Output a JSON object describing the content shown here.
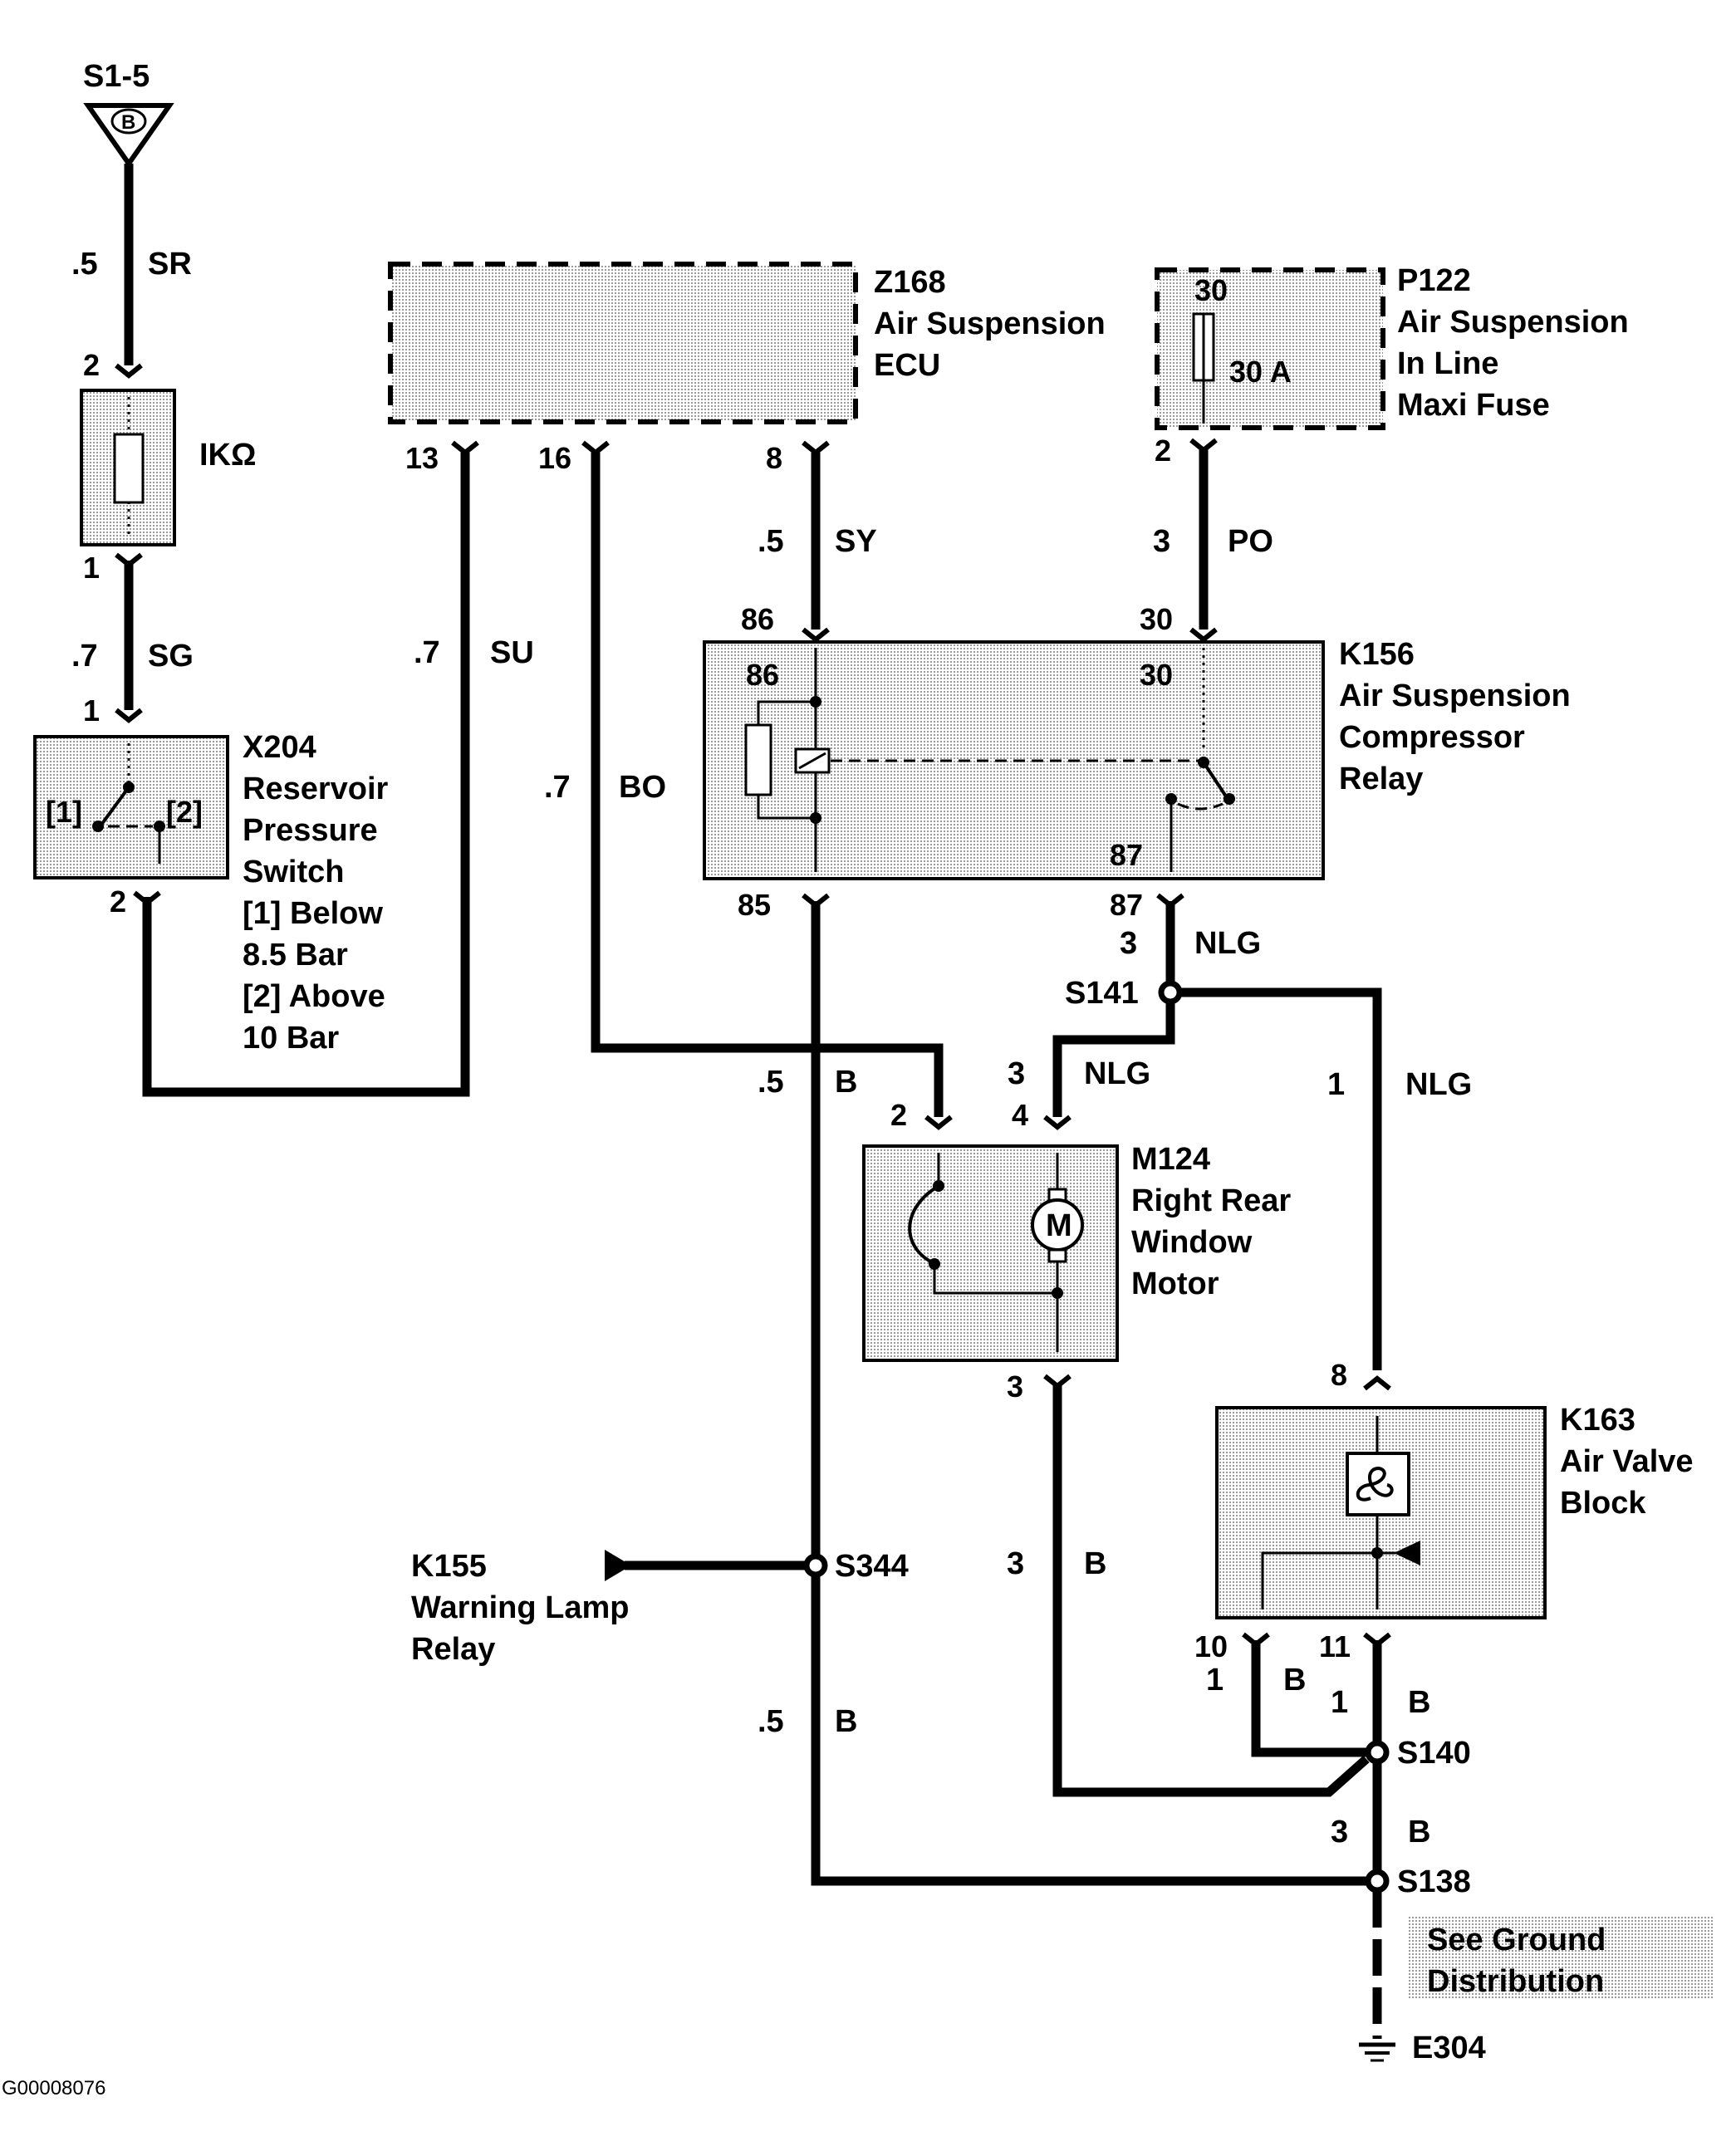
{
  "figure_id": "G00008076",
  "source": {
    "id": "S1-5",
    "letter": "B"
  },
  "wires": {
    "sr": {
      "size": ".5",
      "color": "SR"
    },
    "sg": {
      "size": ".7",
      "color": "SG"
    },
    "su": {
      "size": ".7",
      "color": "SU"
    },
    "bo": {
      "size": ".7",
      "color": "BO"
    },
    "sy": {
      "size": ".5",
      "color": "SY"
    },
    "po": {
      "size": "3",
      "color": "PO"
    },
    "nlg_k156": {
      "size": "3",
      "color": "NLG"
    },
    "nlg_m124": {
      "size": "3",
      "color": "NLG"
    },
    "nlg_k163": {
      "size": "1",
      "color": "NLG"
    },
    "b_85_upper": {
      "size": ".5",
      "color": "B"
    },
    "b_m124": {
      "size": "3",
      "color": "B"
    },
    "b_85_lower": {
      "size": ".5",
      "color": "B"
    },
    "b_k163_10": {
      "size": "1",
      "color": "B"
    },
    "b_k163_11": {
      "size": "1",
      "color": "B"
    },
    "b_ground": {
      "size": "3",
      "color": "B"
    }
  },
  "resistor": {
    "value": "IKΩ",
    "pin_top": "2",
    "pin_bottom": "1"
  },
  "x204": {
    "id": "X204",
    "name_lines": [
      "Reservoir",
      "Pressure",
      "Switch"
    ],
    "state1_label": "[1]",
    "state2_label": "[2]",
    "legend": [
      "[1]  Below",
      "8.5 Bar",
      "[2]  Above",
      "10 Bar"
    ],
    "pin_top": "1",
    "pin_bottom": "2"
  },
  "z168": {
    "id": "Z168",
    "name_lines": [
      "Air Suspension",
      "ECU"
    ],
    "pins": [
      "13",
      "16",
      "8"
    ]
  },
  "p122": {
    "id": "P122",
    "name_lines": [
      "Air Suspension",
      "In Line",
      "Maxi Fuse"
    ],
    "fuse_number": "30",
    "fuse_rating": "30 A",
    "pin": "2"
  },
  "k156": {
    "id": "K156",
    "name_lines": [
      "Air Suspension",
      "Compressor",
      "Relay"
    ],
    "pin_86": "86",
    "pin_30": "30",
    "pin_85": "85",
    "pin_87": "87"
  },
  "splices": {
    "s141": "S141",
    "s344": "S344",
    "s140": "S140",
    "s138": "S138"
  },
  "m124": {
    "id": "M124",
    "name_lines": [
      "Right Rear",
      "Window",
      "Motor"
    ],
    "motor_symbol": "M",
    "pin_2": "2",
    "pin_4": "4",
    "pin_3": "3"
  },
  "k163": {
    "id": "K163",
    "name_lines": [
      "Air Valve",
      "Block"
    ],
    "pin_8": "8",
    "pin_10": "10",
    "pin_11": "11"
  },
  "k155": {
    "id": "K155",
    "name_lines": [
      "Warning Lamp",
      "Relay"
    ]
  },
  "ground_note": {
    "lines": [
      "See Ground",
      "Distribution"
    ]
  },
  "ground": {
    "id": "E304"
  }
}
